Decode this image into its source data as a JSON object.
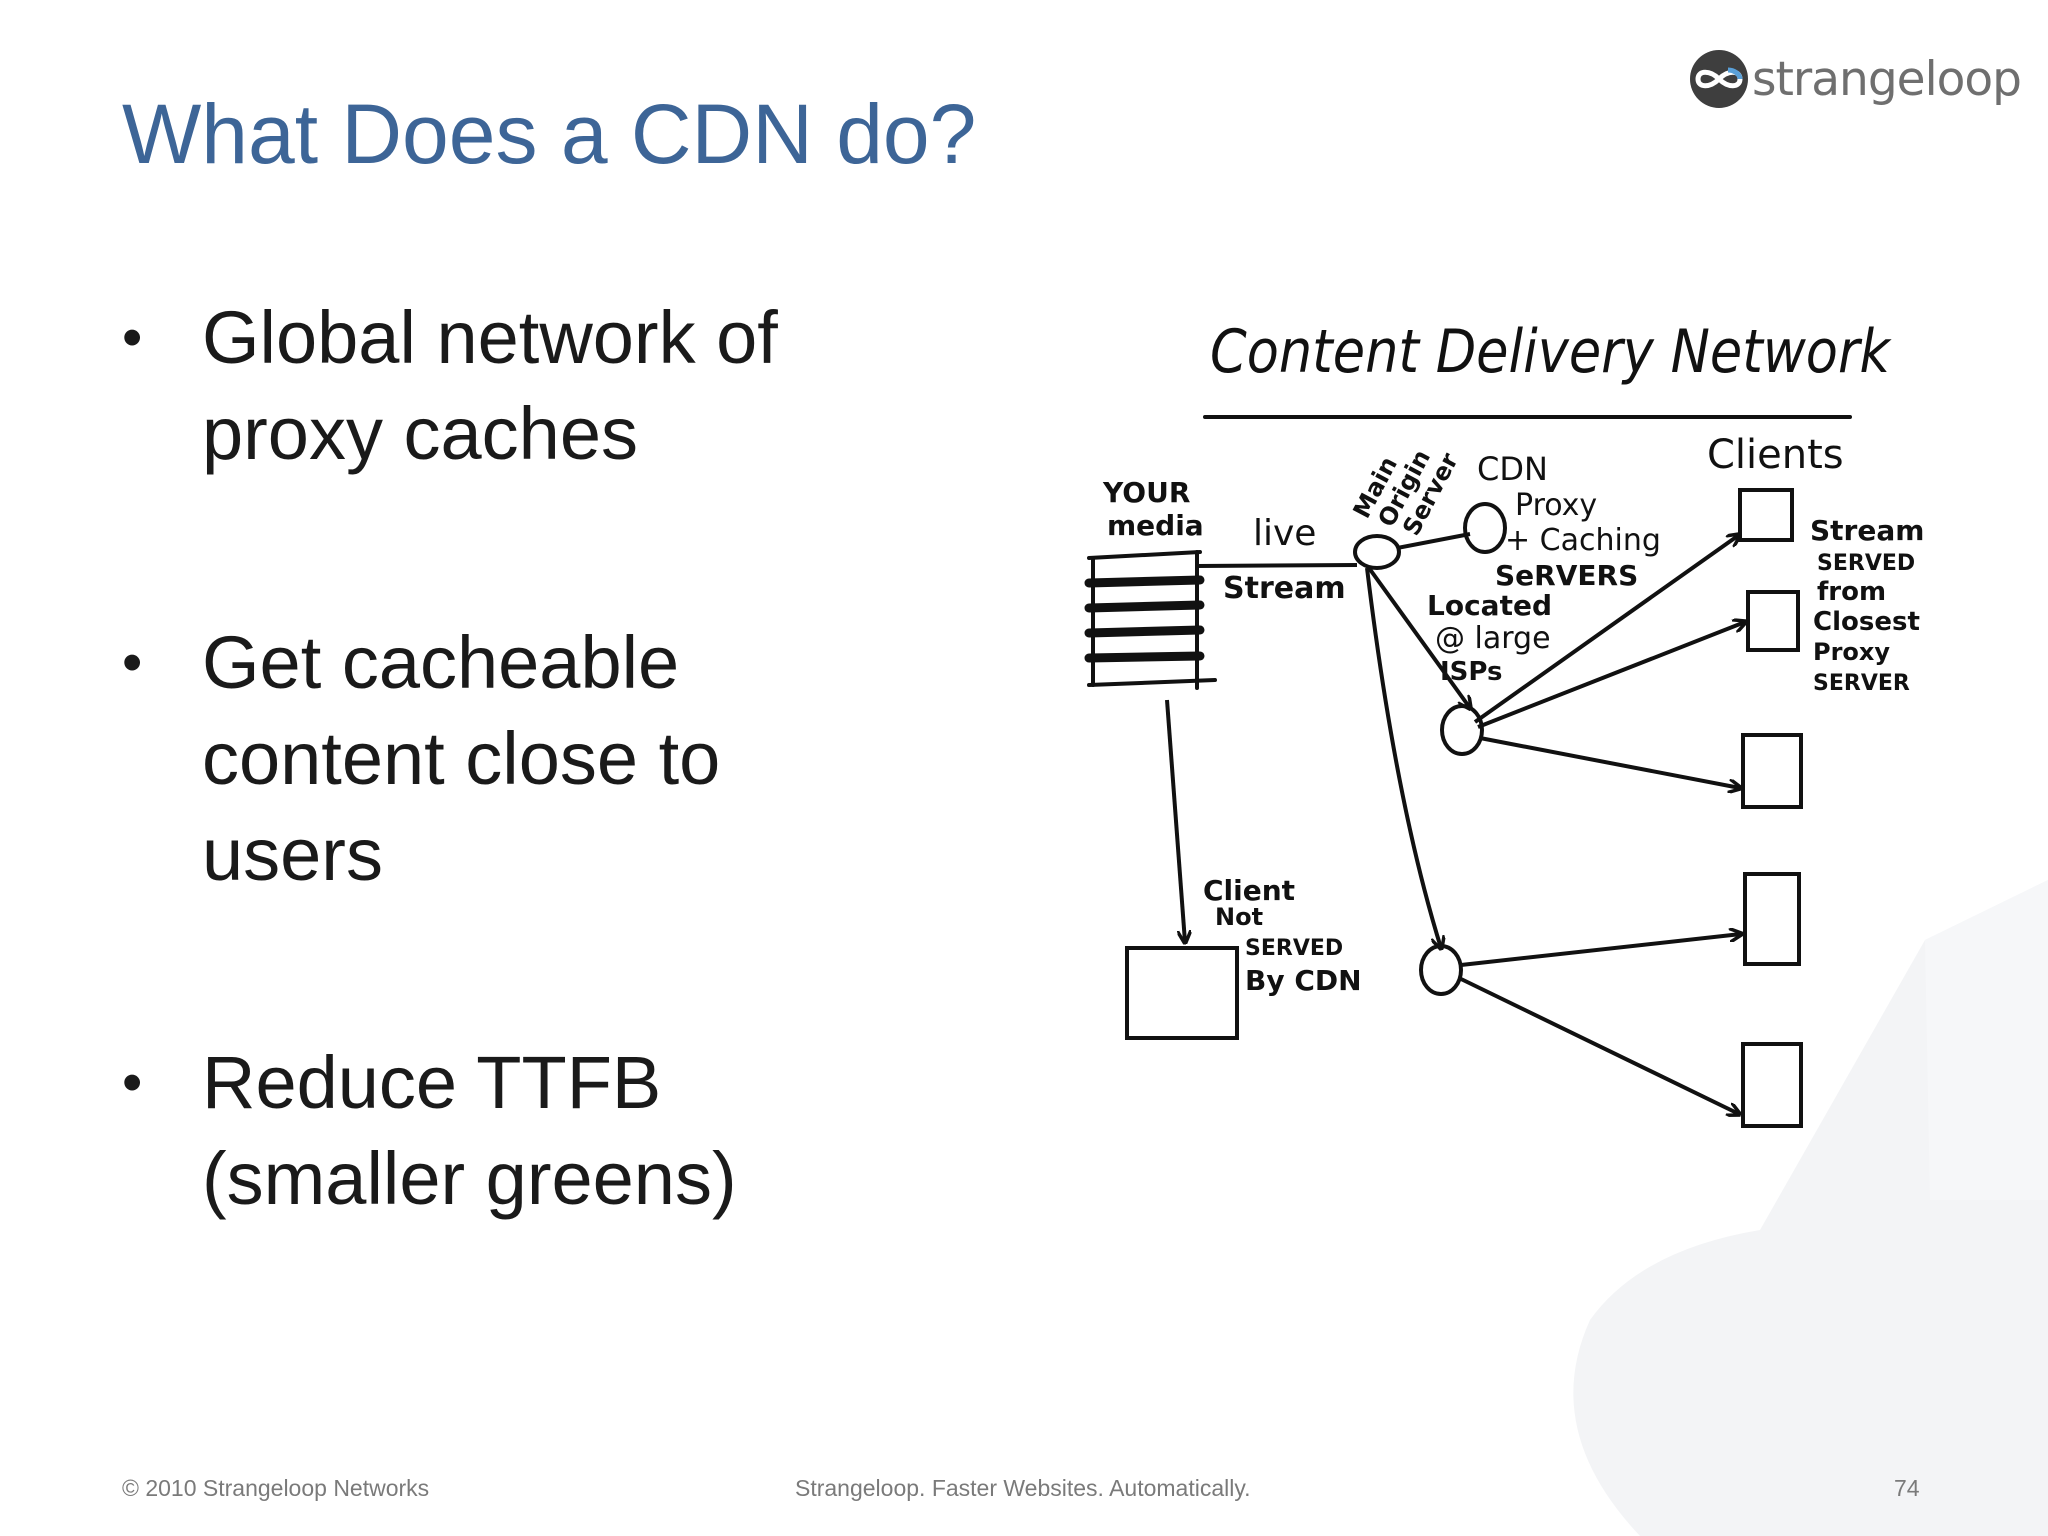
{
  "logo": {
    "text": "strangeloop",
    "icon": "infinity-loop-icon"
  },
  "slide": {
    "title": "What Does a CDN do?",
    "bullets": [
      {
        "line1": "Global network of",
        "line2": "proxy caches"
      },
      {
        "line1": "Get cacheable",
        "line2": "content close to",
        "line3": "users"
      },
      {
        "line1": "Reduce TTFB",
        "line2": "(smaller greens)"
      }
    ],
    "bullet_glyph": "•"
  },
  "diagram": {
    "heading": "Content Delivery Network",
    "your_media": [
      "YOUR",
      "media"
    ],
    "live_stream": [
      "live",
      "Stream"
    ],
    "main_origin": [
      "Main",
      "Origin",
      "Server"
    ],
    "cdn_proxy": [
      "CDN",
      "Proxy",
      "+ Caching",
      "SeRVERS"
    ],
    "located": [
      "Located",
      "@ large",
      "ISPs"
    ],
    "clients": "Clients",
    "stream_served": [
      "Stream",
      "SERVED",
      "from",
      "Closest",
      "Proxy",
      "SERVER"
    ],
    "client_not": [
      "Client",
      "Not",
      "SERVED",
      "By CDN"
    ]
  },
  "footer": {
    "copyright": "© 2010 Strangeloop Networks",
    "tagline": "Strangeloop. Faster Websites. Automatically.",
    "page_number": "74"
  },
  "colors": {
    "title": "#3d6597",
    "body_text": "#1a1a1a",
    "footer_text": "#7a7a7a",
    "logo_text": "#6f6f6f",
    "watermark": "#f2f3f5"
  }
}
